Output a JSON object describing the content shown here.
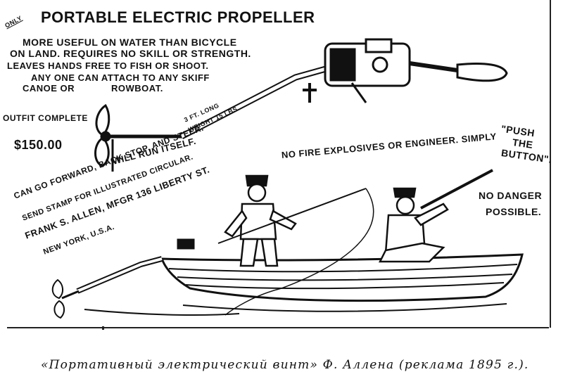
{
  "ad": {
    "only": "ONLY",
    "title": "PORTABLE ELECTRIC PROPELLER",
    "lines": [
      "MORE USEFUL ON WATER THAN BICYCLE",
      "ON LAND. REQUIRES NO SKILL OR STRENGTH.",
      "LEAVES HANDS FREE TO FISH OR SHOOT.",
      "ANY ONE CAN ATTACH TO ANY SKIFF",
      "CANOE OR",
      "ROWBOAT."
    ],
    "outfit": "OUTFIT COMPLETE",
    "price": "$150.00",
    "length": "3 FT. LONG",
    "weight": "WEIGHT 15 LBS",
    "runs": "WILL RUN ITSELF.",
    "forward": "CAN GO FORWARD, BACK STOP, AND STEER.",
    "stamp": "SEND STAMP FOR ILLUSTRATED CIRCULAR.",
    "maker": "FRANK S. ALLEN, MFGR 136 LIBERTY ST.",
    "city": "NEW YORK, U.S.A.",
    "nofire": "NO FIRE EXPLOSIVES OR ENGINEER. SIMPLY",
    "push": [
      "\"PUSH",
      "THE",
      "BUTTON\"."
    ],
    "danger": [
      "NO DANGER",
      "POSSIBLE."
    ]
  },
  "caption": "«Портативный электрический винт» Ф. Аллена (реклама 1895 г.)."
}
